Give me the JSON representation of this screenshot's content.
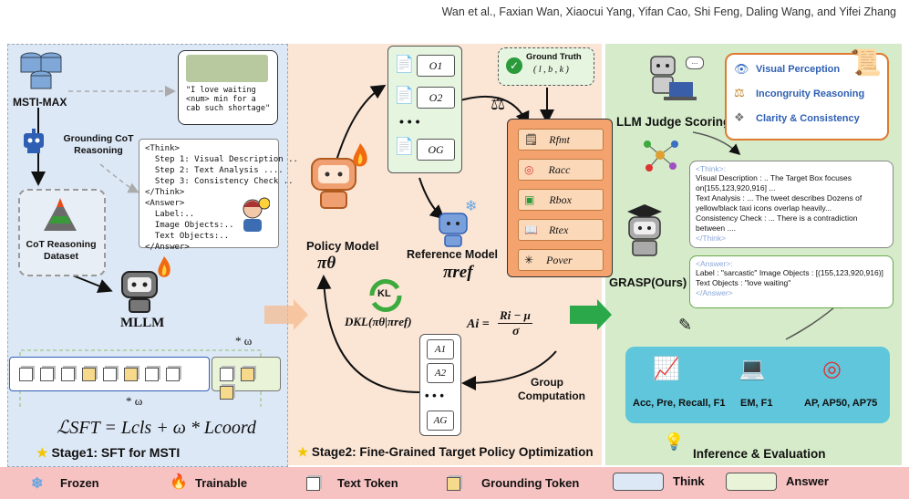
{
  "header": {
    "authors": "Wan et al., Faxian Wan, Xiaocui Yang, Yifan Cao, Shi Feng, Daling Wang, and Yifei Zhang"
  },
  "stage1": {
    "dataset_name": "MSTI-MAX",
    "tweet_text": "\"I love waiting <num> min for a cab such shortage\"",
    "grounding_label": "Grounding CoT Reasoning",
    "cot_lines": "<Think>\n  Step 1: Visual Description ..\n  Step 2: Text Analysis ....\n  Step 3: Consistency Check ..\n</Think>\n<Answer>\n  Label:..\n  Image Objects:..\n  Text Objects:..\n</Answer>",
    "cot_dataset_label": "CoT Reasoning Dataset",
    "mllm_label": "MLLM",
    "omega_top": "* ω",
    "omega_bottom": "* ω",
    "loss_formula": "ℒSFT = Lcls + ω * Lcoord",
    "title": "Stage1: SFT for MSTI"
  },
  "stage2": {
    "outputs": [
      "O1",
      "O2",
      "• • •",
      "OG"
    ],
    "ground_truth_title": "Ground Truth",
    "ground_truth_value": "( l , b , k )",
    "rewards": [
      "Rfmt",
      "Racc",
      "Rbox",
      "Rtex",
      "Pover"
    ],
    "policy_label": "Policy Model",
    "policy_symbol": "πθ",
    "reference_label": "Reference Model",
    "reference_symbol": "πref",
    "kl_label": "KL",
    "kl_formula": "DKL(πθ|πref)",
    "advantages": [
      "A1",
      "A2",
      "• • •",
      "AG"
    ],
    "adv_formula_lhs": "Ai =",
    "adv_formula_num": "Ri − μ",
    "adv_formula_den": "σ",
    "group_label": "Group Computation",
    "title": "Stage2: Fine-Grained Target Policy Optimization"
  },
  "stage3": {
    "judge_label": "LLM  Judge Scoring",
    "criteria": [
      "Visual Perception",
      "Incongruity Reasoning",
      "Clarity & Consistency"
    ],
    "think_tag_open": "<Think>:",
    "think_text": "Visual Description : .. The Target Box focuses on[155,123,920,916] ...\nText Analysis : ... The tweet describes Dozens of yellow/black taxi icons overlap heavily...\nConsistency Check : ... There is a contradiction between ....",
    "think_tag_close": "</Think>",
    "answer_tag_open": "<Answer>:",
    "answer_text": "Label : \"sarcastic\"    Image Objects : [(155,123,920,916)] Text Objects : \"love waiting\"",
    "answer_tag_close": "</Answer>",
    "model_label": "GRASP(Ours)",
    "metrics": [
      "Acc, Pre, Recall, F1",
      "EM, F1",
      "AP, AP50, AP75"
    ],
    "title": "Inference & Evaluation"
  },
  "legend": {
    "frozen": "Frozen",
    "trainable": "Trainable",
    "text_token": "Text Token",
    "grounding_token": "Grounding Token",
    "think": "Think",
    "answer": "Answer"
  },
  "colors": {
    "stage1_bg": "#dde8f6",
    "stage2_bg": "#fbe6d6",
    "stage3_bg": "#d5ebc9",
    "legend_bg": "#f7c2c2",
    "reward_box": "#fbd8b8",
    "metric_bg": "#5fc6dc"
  }
}
